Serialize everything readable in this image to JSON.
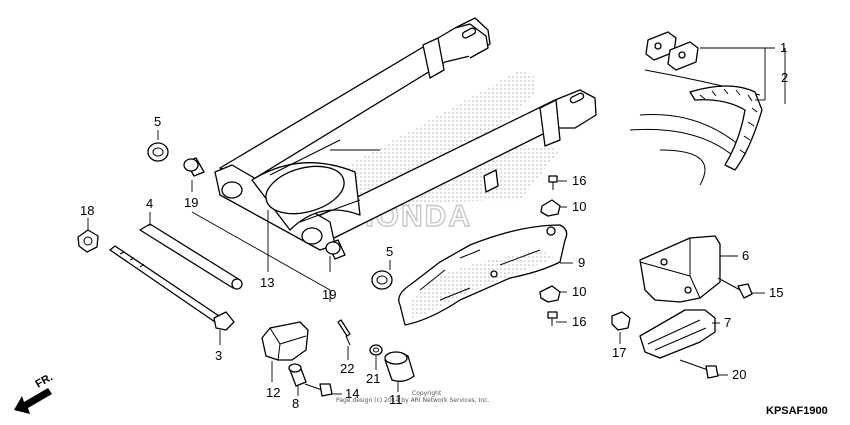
{
  "diagram": {
    "code": "KPSAF1900",
    "copyright_line1": "Copyright",
    "copyright_line2": "Page design (c) 2014 by ARI Network Services, Inc.",
    "watermark": "HONDA",
    "direction_label": "FR.",
    "callouts": {
      "c1": "1",
      "c2": "2",
      "c3": "3",
      "c4": "4",
      "c5a": "5",
      "c5b": "5",
      "c6": "6",
      "c7": "7",
      "c8": "8",
      "c9": "9",
      "c10a": "10",
      "c10b": "10",
      "c11": "11",
      "c12": "12",
      "c13": "13",
      "c14": "14",
      "c15": "15",
      "c16a": "16",
      "c16b": "16",
      "c17": "17",
      "c18": "18",
      "c19a": "19",
      "c19b": "19",
      "c20": "20",
      "c21": "21",
      "c22": "22"
    }
  }
}
